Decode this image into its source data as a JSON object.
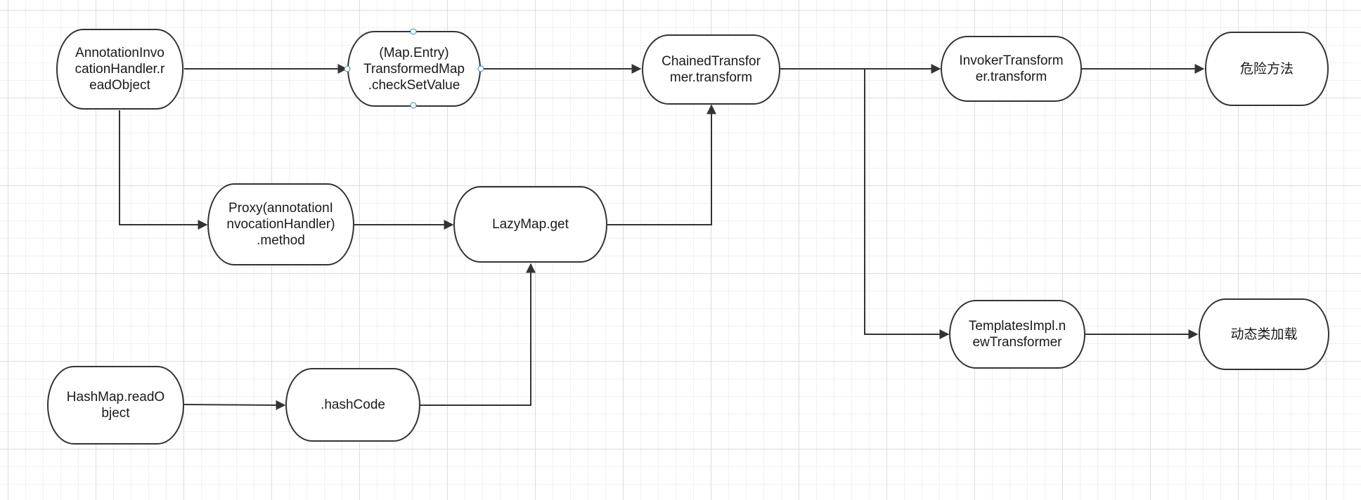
{
  "diagram": {
    "nodes": {
      "annotation_read_object": "AnnotationInvo\ncationHandler.r\neadObject",
      "transformed_map_check": "(Map.Entry)\nTransformedMap\n.checkSetValue",
      "chained_transformer": "ChainedTransfor\nmer.transform",
      "invoker_transformer": "InvokerTransform\ner.transform",
      "dangerous_method": "危险方法",
      "proxy_method": "Proxy(annotationI\nnvocationHandler)\n.method",
      "lazymap_get": "LazyMap.get",
      "templates_impl": "TemplatesImpl.n\newTransformer",
      "dynamic_class_loading": "动态类加载",
      "hashmap_read_object": "HashMap.readO\nbject",
      "hash_code": ".hashCode"
    },
    "colors": {
      "stroke": "#333333",
      "selection_handle": "#3b82c4",
      "grid": "#dcdcdc"
    }
  }
}
